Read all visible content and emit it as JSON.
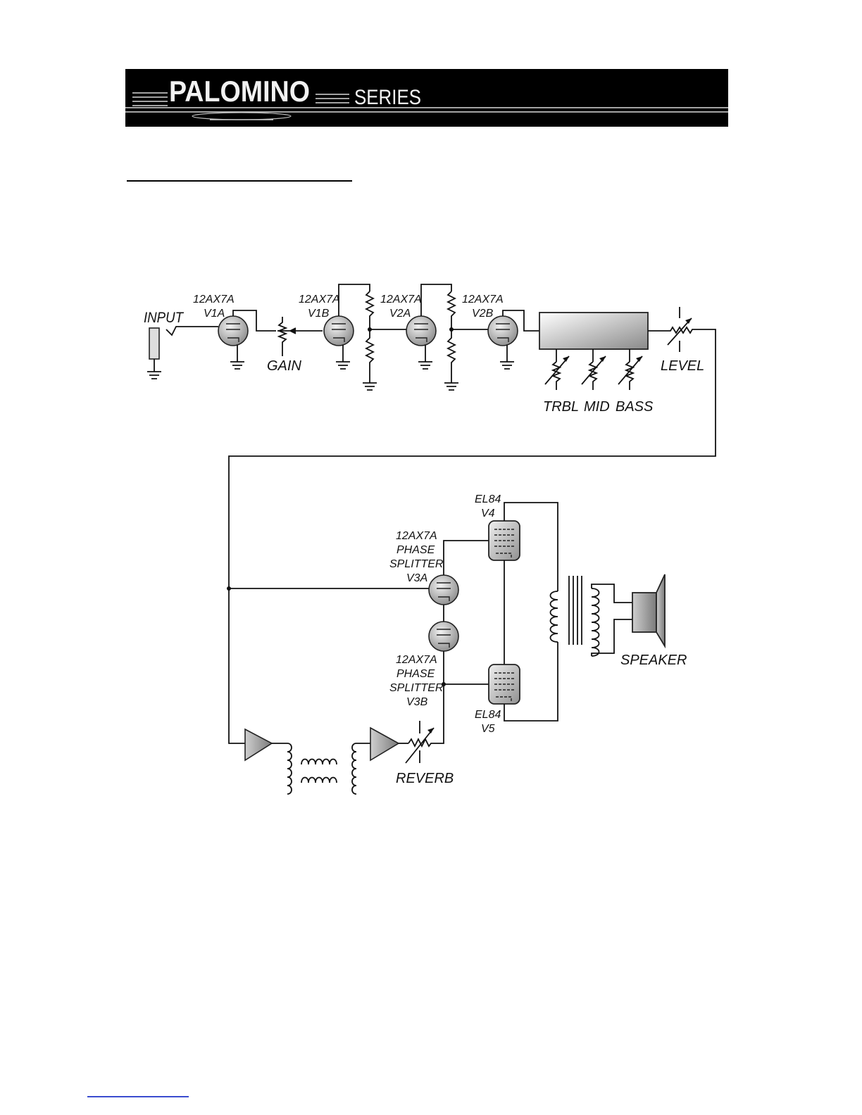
{
  "banner": {
    "brand": "PALOMINO",
    "series": "SERIES"
  },
  "labels": {
    "input": "INPUT",
    "v1a_type": "12AX7A",
    "v1a_name": "V1A",
    "v1b_type": "12AX7A",
    "v1b_name": "V1B",
    "v2a_type": "12AX7A",
    "v2a_name": "V2A",
    "v2b_type": "12AX7A",
    "v2b_name": "V2B",
    "gain": "GAIN",
    "level": "LEVEL",
    "trbl": "TRBL",
    "mid": "MID",
    "bass": "BASS",
    "v4_type": "EL84",
    "v4_name": "V4",
    "v5_type": "EL84",
    "v5_name": "V5",
    "v3a_type": "12AX7A",
    "v3a_l1": "PHASE",
    "v3a_l2": "SPLITTER",
    "v3a_name": "V3A",
    "v3b_type": "12AX7A",
    "v3b_l1": "PHASE",
    "v3b_l2": "SPLITTER",
    "v3b_name": "V3B",
    "speaker": "SPEAKER",
    "reverb": "REVERB"
  },
  "colors": {
    "banner_bg": "#000000",
    "line": "#111111",
    "tube_light": "#f2f2f2",
    "tube_dark": "#8a8a8a",
    "footer_link": "#3a4ccf"
  }
}
